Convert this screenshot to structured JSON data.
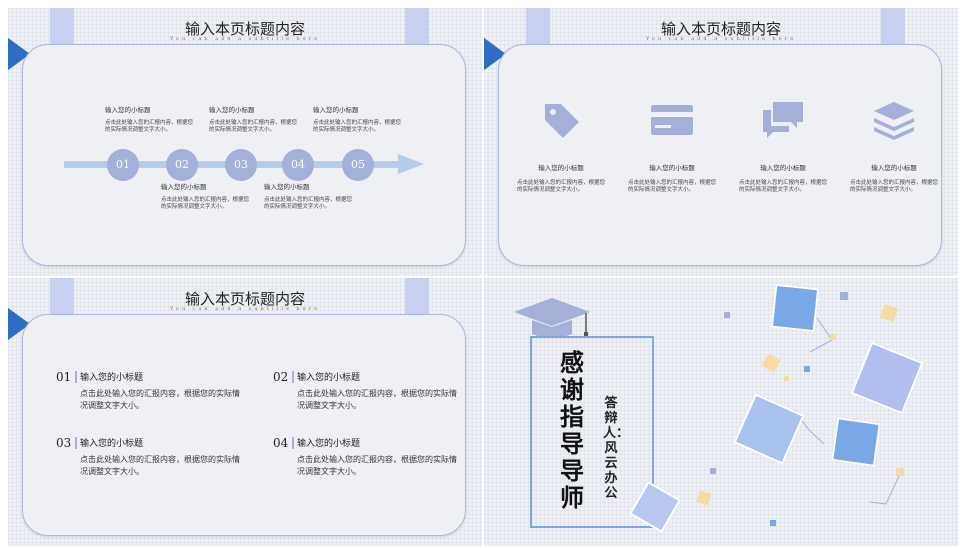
{
  "common": {
    "title": "输入本页标题内容",
    "subtitle": "You can add a subtitle here"
  },
  "slide1": {
    "steps": [
      {
        "num": "01",
        "heading": "输入您的小标题",
        "body": "点击此处输入您的汇报内容，根据您的实际情况调整文字大小。"
      },
      {
        "num": "02",
        "heading": "输入您的小标题",
        "body": "点击此处输入您的汇报内容，根据您的实际情况调整文字大小。"
      },
      {
        "num": "03",
        "heading": "输入您的小标题",
        "body": "点击此处输入您的汇报内容，根据您的实际情况调整文字大小。"
      },
      {
        "num": "04",
        "heading": "输入您的小标题",
        "body": "点击此处输入您的汇报内容，根据您的实际情况调整文字大小。"
      },
      {
        "num": "05",
        "heading": "输入您的小标题",
        "body": "点击此处输入您的汇报内容，根据您的实际情况调整文字大小。"
      }
    ]
  },
  "slide2": {
    "items": [
      {
        "icon": "tag-icon",
        "heading": "输入您的小标题",
        "body": "点击此处输入您的汇报内容，根据您的实际情况调整文字大小。"
      },
      {
        "icon": "card-icon",
        "heading": "输入您的小标题",
        "body": "点击此处输入您的汇报内容，根据您的实际情况调整文字大小。"
      },
      {
        "icon": "chat-icon",
        "heading": "输入您的小标题",
        "body": "点击此处输入您的汇报内容，根据您的实际情况调整文字大小。"
      },
      {
        "icon": "layers-icon",
        "heading": "输入您的小标题",
        "body": "点击此处输入您的汇报内容，根据您的实际情况调整文字大小。"
      }
    ]
  },
  "slide3": {
    "items": [
      {
        "num": "01",
        "heading": "输入您的小标题",
        "body": "点击此处输入您的汇报内容，根据您的实际情况调整文字大小。"
      },
      {
        "num": "02",
        "heading": "输入您的小标题",
        "body": "点击此处输入您的汇报内容，根据您的实际情况调整文字大小。"
      },
      {
        "num": "03",
        "heading": "输入您的小标题",
        "body": "点击此处输入您的汇报内容，根据您的实际情况调整文字大小。"
      },
      {
        "num": "04",
        "heading": "输入您的小标题",
        "body": "点击此处输入您的汇报内容，根据您的实际情况调整文字大小。"
      }
    ]
  },
  "slide4": {
    "thanks": "感谢指导导师",
    "author": "答辩人：风云办公",
    "icon": "graduation-cap-icon"
  },
  "colors": {
    "accent": "#a5b0d8",
    "blue": "#2f6cc4",
    "line": "#b5cbe6"
  }
}
